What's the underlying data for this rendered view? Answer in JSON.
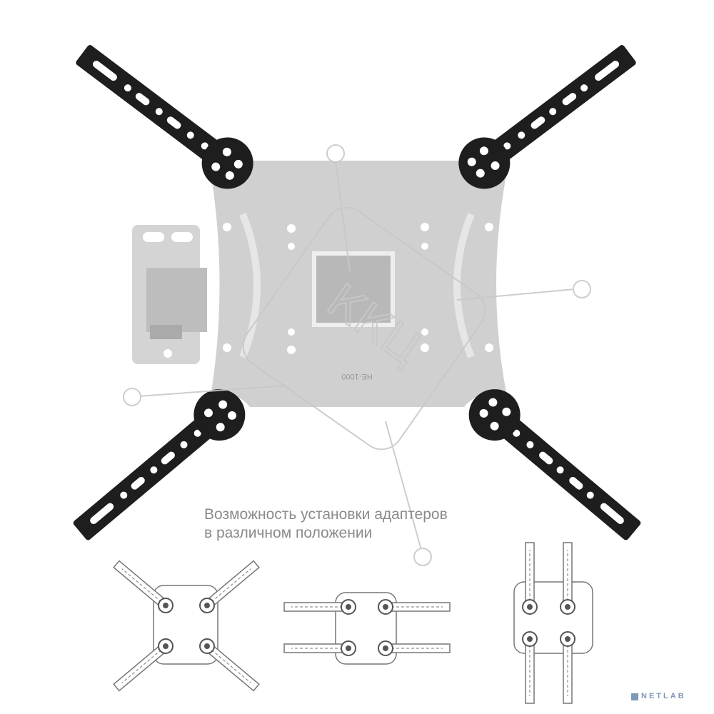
{
  "caption": {
    "line1": "Возможность установки адаптеров",
    "line2": "в различном положении"
  },
  "watermark": {
    "text": "ККЦ"
  },
  "plate_marking": "HE-1000",
  "logo": {
    "text": "NETLAB",
    "color": "#7f98b8"
  },
  "colors": {
    "arm": "#1e1e1e",
    "plate": "#cfcfcf",
    "text": "#8a8a8a",
    "watermark": "#c8c8c8"
  }
}
